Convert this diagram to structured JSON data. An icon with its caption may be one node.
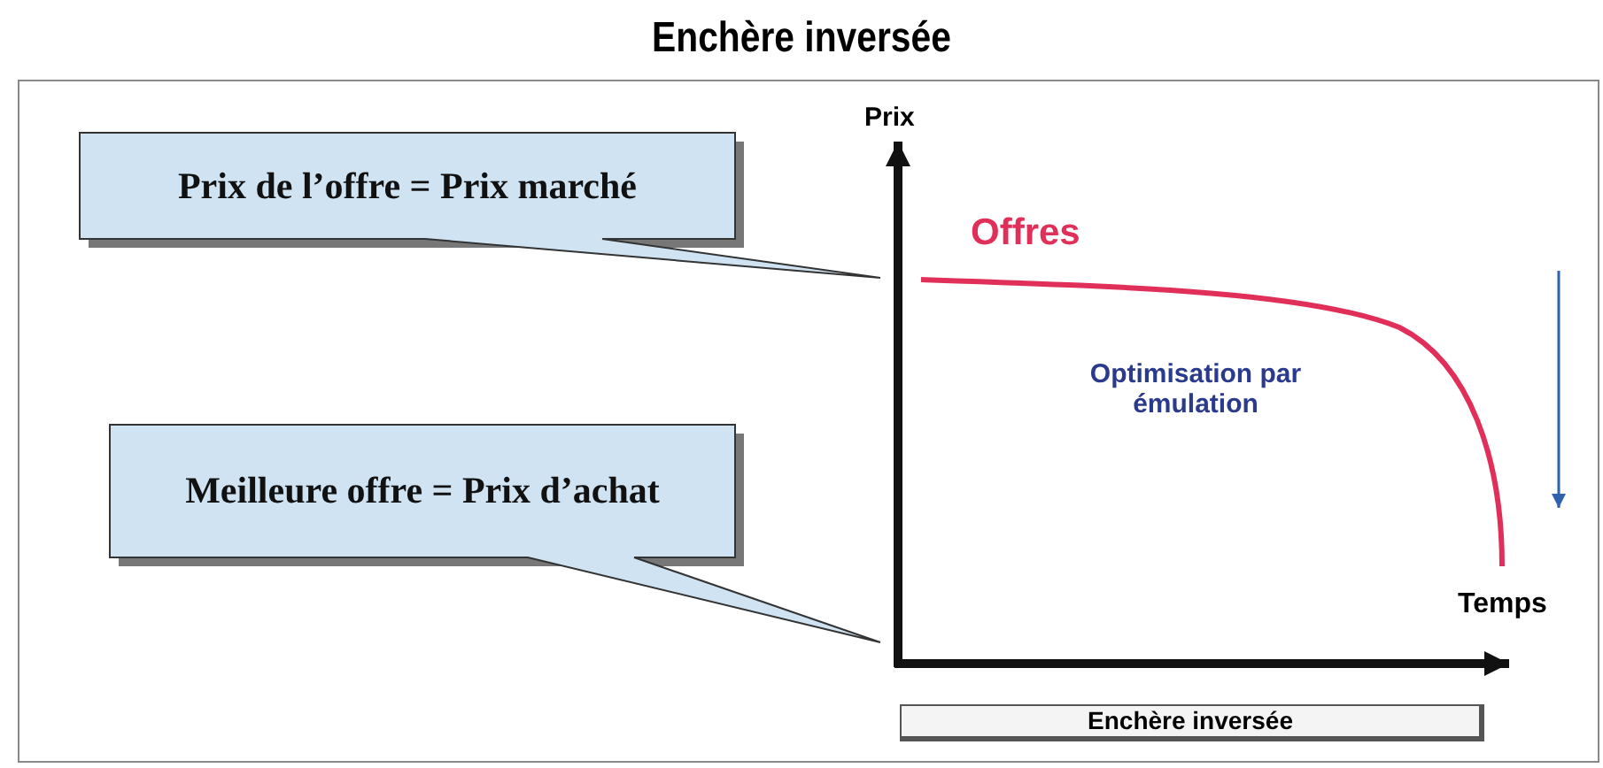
{
  "diagram": {
    "title": "Enchère inversée",
    "nodes": [
      {
        "text": [
          "Prix de l’offre = Prix marché"
        ]
      },
      {
        "text": [
          "Meilleure offre = Prix d’achat"
        ]
      },
      {
        "text": [
          "Enchère inversée"
        ]
      }
    ],
    "labels": [
      "Prix",
      "Offres",
      "Optimisation par émulation",
      "Temps"
    ]
  }
}
